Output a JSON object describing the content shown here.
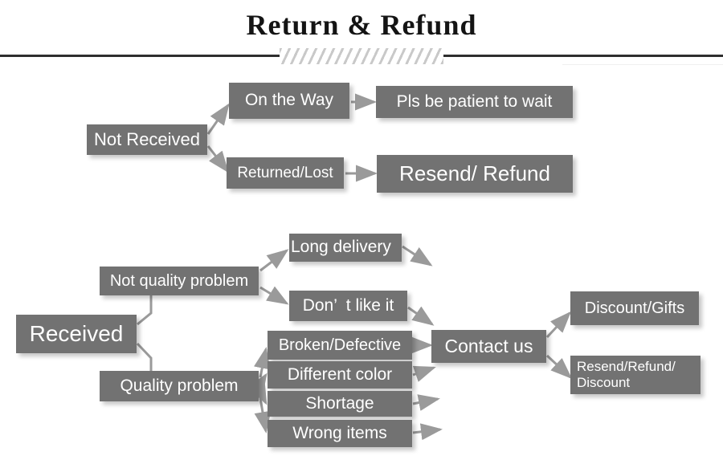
{
  "header": {
    "title": "Return & Refund",
    "divider_style": "hatched-center-rule"
  },
  "colors": {
    "node_fill": "#727272",
    "node_text": "#ffffff",
    "connector": "#9a9a9a",
    "divider": "#2e2e2e",
    "background": "#ffffff",
    "title_text": "#141414"
  },
  "diagram": {
    "type": "flowchart",
    "branches": [
      {
        "id": "not-received",
        "root": "Not Received",
        "steps": [
          {
            "stage": "On the Way",
            "result": "Pls be patient to wait"
          },
          {
            "stage": "Returned/Lost",
            "result": "Resend/ Refund"
          }
        ]
      },
      {
        "id": "received",
        "root": "Received",
        "groups": [
          {
            "label": "Not quality problem",
            "reasons": [
              "Long delivery",
              "Don’  t like it"
            ]
          },
          {
            "label": "Quality problem",
            "reasons": [
              "Broken/Defective",
              "Different color",
              "Shortage",
              "Wrong items"
            ]
          }
        ],
        "action": "Contact us",
        "outcomes": [
          "Discount/Gifts",
          "Resend/Refund/\nDiscount"
        ]
      }
    ],
    "nodes": {
      "not_received": "Not Received",
      "on_the_way": "On the Way",
      "pls_be_patient": "Pls be patient to wait",
      "returned_lost": "Returned/Lost",
      "resend_refund": "Resend/ Refund",
      "received": "Received",
      "not_quality_problem": "Not quality problem",
      "quality_problem": "Quality problem",
      "long_delivery": "Long delivery",
      "dont_like_it": "Don’  t like it",
      "broken_defective": "Broken/Defective",
      "different_color": "Different color",
      "shortage": "Shortage",
      "wrong_items": "Wrong items",
      "contact_us": "Contact us",
      "discount_gifts": "Discount/Gifts",
      "resend_refund_discount": "Resend/Refund/\nDiscount"
    }
  }
}
